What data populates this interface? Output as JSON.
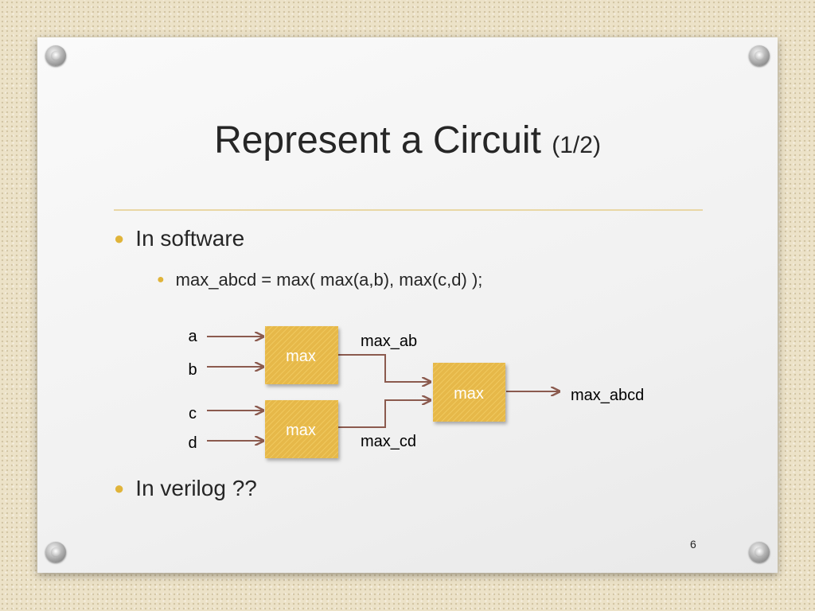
{
  "slide": {
    "title": "Represent a Circuit",
    "title_suffix": "(1/2)",
    "bullets": {
      "b1": "In software",
      "b1_sub": "max_abcd = max( max(a,b), max(c,d) );",
      "b2": "In verilog ??"
    },
    "page_number": "6"
  },
  "diagram": {
    "inputs": {
      "a": "a",
      "b": "b",
      "c": "c",
      "d": "d"
    },
    "blocks": {
      "top": "max",
      "bottom": "max",
      "final": "max"
    },
    "signals": {
      "ab": "max_ab",
      "cd": "max_cd",
      "out": "max_abcd"
    },
    "colors": {
      "block": "#e6b84a",
      "arrow": "#8b5a4e"
    }
  }
}
